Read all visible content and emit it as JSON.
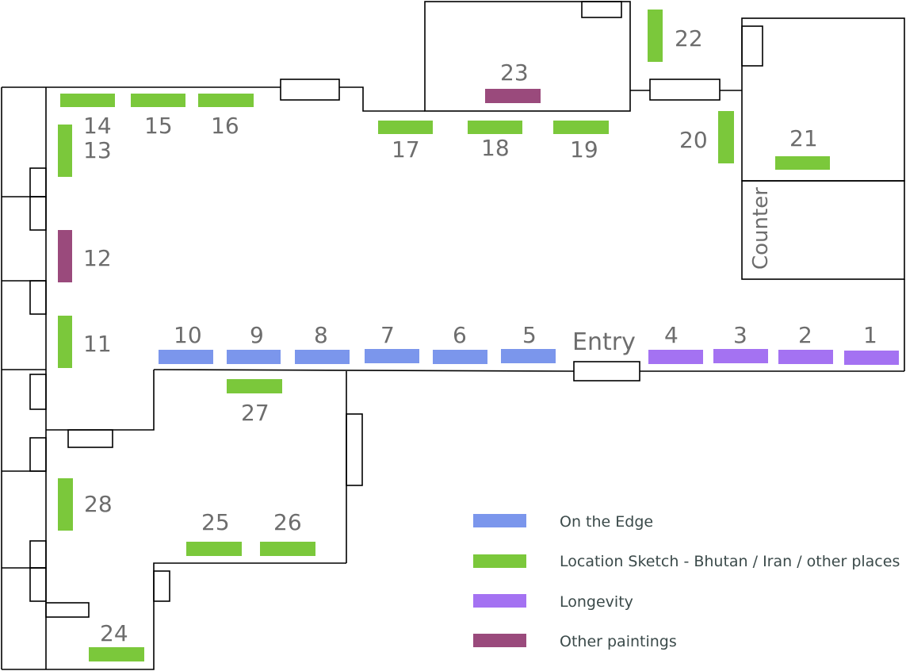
{
  "colors": {
    "on_edge": "#7b96ec",
    "location_sketch": "#7bc83b",
    "longevity": "#a472f2",
    "other_paintings": "#9a4a7c",
    "wall": "#000000",
    "label": "#6d6d6d",
    "legend_text": "#3b4a4a"
  },
  "labels": {
    "entry": "Entry",
    "counter": "Counter"
  },
  "exhibits": {
    "n1": "1",
    "n2": "2",
    "n3": "3",
    "n4": "4",
    "n5": "5",
    "n6": "6",
    "n7": "7",
    "n8": "8",
    "n9": "9",
    "n10": "10",
    "n11": "11",
    "n12": "12",
    "n13": "13",
    "n14": "14",
    "n15": "15",
    "n16": "16",
    "n17": "17",
    "n18": "18",
    "n19": "19",
    "n20": "20",
    "n21": "21",
    "n22": "22",
    "n23": "23",
    "n24": "24",
    "n25": "25",
    "n26": "26",
    "n27": "27",
    "n28": "28"
  },
  "legend": {
    "on_edge": "On the Edge",
    "location_sketch": "Location Sketch - Bhutan / Iran / other places",
    "longevity": "Longevity",
    "other_paintings": "Other paintings"
  }
}
